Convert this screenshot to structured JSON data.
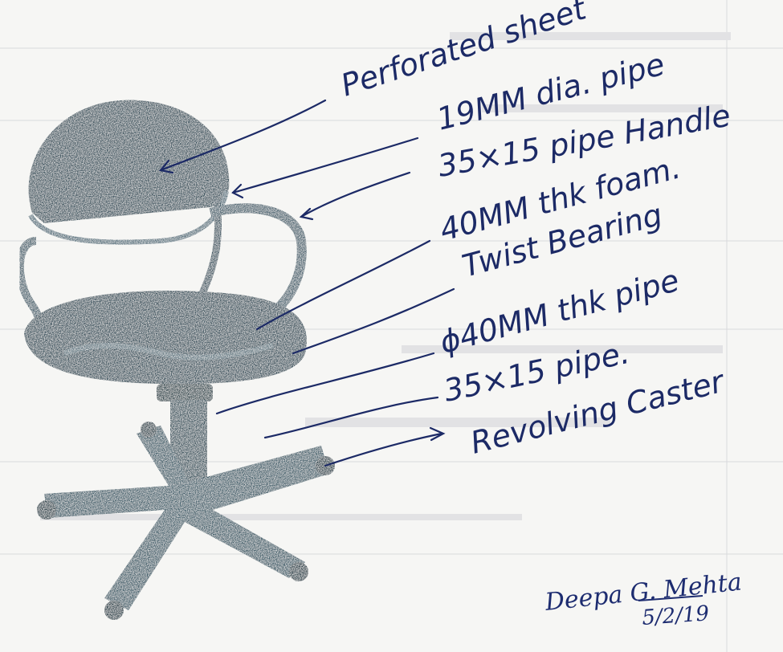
{
  "title": "",
  "callouts": [
    {
      "id": "perforated-sheet",
      "text": "Perforated sheet"
    },
    {
      "id": "pipe-19mm",
      "text": "19MM dia. pipe"
    },
    {
      "id": "pipe-handle",
      "text": "35×15 pipe Handle"
    },
    {
      "id": "foam-40mm",
      "text": "40MM thk foam."
    },
    {
      "id": "twist-bearing",
      "text": "Twist Bearing"
    },
    {
      "id": "pipe-40mm",
      "text": "ϕ40MM thk pipe"
    },
    {
      "id": "pipe-35x15",
      "text": "35×15 pipe."
    },
    {
      "id": "revolving-caster",
      "text": "Revolving Caster"
    }
  ],
  "signature": {
    "name": "Deepa G. Mehta",
    "date": "5/2/19"
  },
  "colors": {
    "ink": "#1c2a66",
    "chair": "#4a6470",
    "paper": "#f6f6f4"
  }
}
